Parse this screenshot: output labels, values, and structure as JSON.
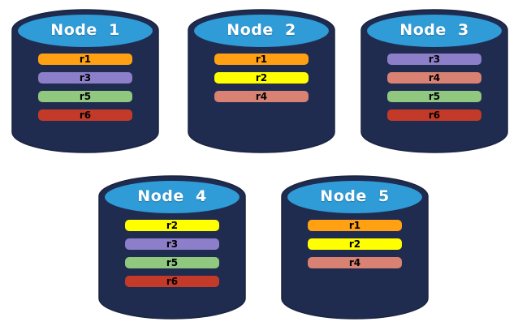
{
  "canvas": {
    "background": "#FFFFFF"
  },
  "colors": {
    "cylinder_body": "#1F2B4F",
    "cylinder_outline": "#1A2441",
    "cylinder_top": "#2F9BD7",
    "title_text": "#FFFFFF",
    "bar_text": "#000000"
  },
  "replica_colors": {
    "r1": "#FFA113",
    "r2": "#FFFF00",
    "r3": "#8C7EC8",
    "r4": "#D98173",
    "r5": "#8FC87E",
    "r6": "#C43A28"
  },
  "nodes": [
    {
      "title": "Node  1",
      "replicas": [
        {
          "label": "r1",
          "color": "#FFA113"
        },
        {
          "label": "r3",
          "color": "#8C7EC8"
        },
        {
          "label": "r5",
          "color": "#8FC87E"
        },
        {
          "label": "r6",
          "color": "#C43A28"
        }
      ]
    },
    {
      "title": "Node  2",
      "replicas": [
        {
          "label": "r1",
          "color": "#FFA113"
        },
        {
          "label": "r2",
          "color": "#FFFF00"
        },
        {
          "label": "r4",
          "color": "#D98173"
        }
      ]
    },
    {
      "title": "Node  3",
      "replicas": [
        {
          "label": "r3",
          "color": "#8C7EC8"
        },
        {
          "label": "r4",
          "color": "#D98173"
        },
        {
          "label": "r5",
          "color": "#8FC87E"
        },
        {
          "label": "r6",
          "color": "#C43A28"
        }
      ]
    },
    {
      "title": "Node  4",
      "replicas": [
        {
          "label": "r2",
          "color": "#FFFF00"
        },
        {
          "label": "r3",
          "color": "#8C7EC8"
        },
        {
          "label": "r5",
          "color": "#8FC87E"
        },
        {
          "label": "r6",
          "color": "#C43A28"
        }
      ]
    },
    {
      "title": "Node  5",
      "replicas": [
        {
          "label": "r1",
          "color": "#FFA113"
        },
        {
          "label": "r2",
          "color": "#FFFF00"
        },
        {
          "label": "r4",
          "color": "#D98173"
        }
      ]
    }
  ]
}
